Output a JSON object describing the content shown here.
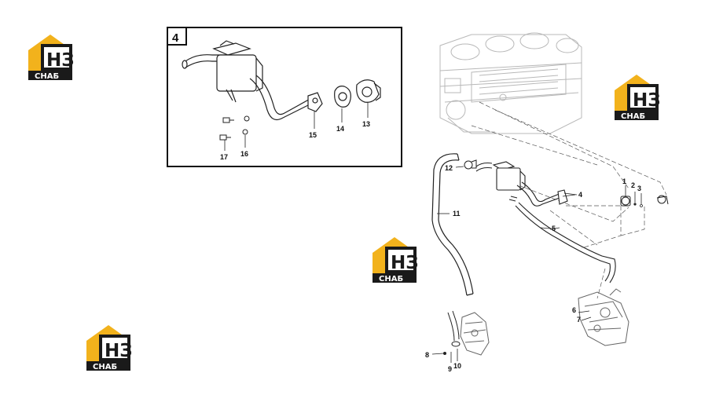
{
  "inset": {
    "number": "4"
  },
  "callouts": {
    "c1": "1",
    "c2": "2",
    "c3": "3",
    "c4": "4",
    "c5": "5",
    "c6": "6",
    "c7": "7",
    "c8": "8",
    "c9": "9",
    "c10": "10",
    "c11": "11",
    "c12": "12",
    "c13": "13",
    "c14": "14",
    "c15": "15",
    "c16": "16",
    "c17": "17"
  },
  "logo": {
    "mark": "НЗ",
    "caption": "СНАБ",
    "color_yellow": "#f2b21c",
    "color_dark": "#1a1a1a"
  }
}
